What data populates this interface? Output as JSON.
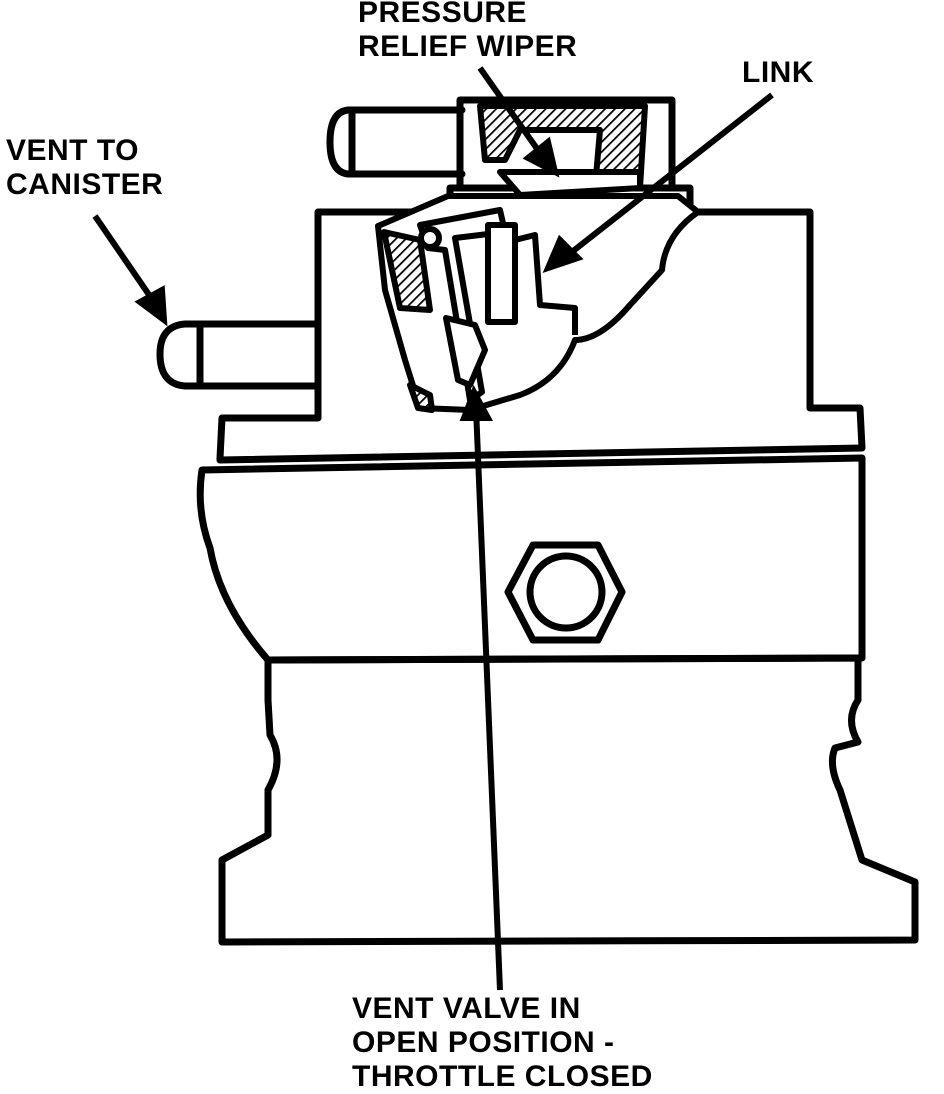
{
  "labels": {
    "pressure_relief_wiper": [
      "PRESSURE",
      "RELIEF WIPER"
    ],
    "link": [
      "LINK"
    ],
    "vent_to_canister": [
      "VENT TO",
      "CANISTER"
    ],
    "vent_valve": [
      "VENT VALVE IN",
      "OPEN POSITION -",
      "THROTTLE CLOSED"
    ]
  },
  "colors": {
    "ink": "#000000",
    "paper": "#ffffff"
  }
}
